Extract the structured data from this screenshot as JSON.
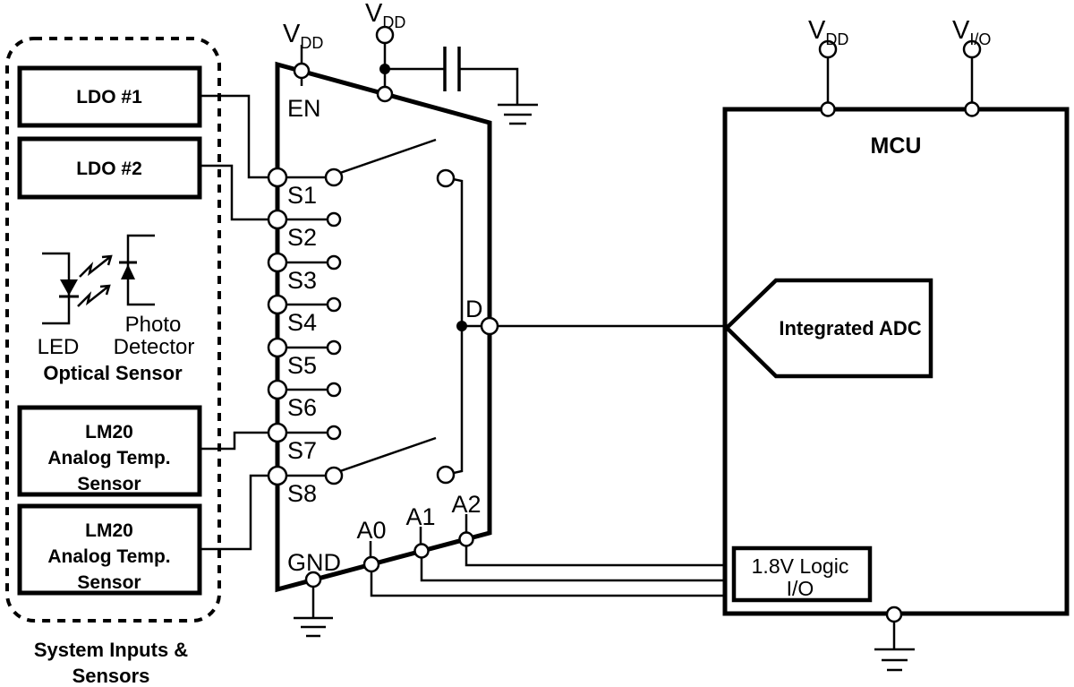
{
  "colors": {
    "ink": "#000000",
    "background": "#ffffff"
  },
  "sensors_panel": {
    "caption_line1": "System Inputs &",
    "caption_line2": "Sensors",
    "ldo1_label": "LDO #1",
    "ldo2_label": "LDO #2",
    "optical_sensor": {
      "led_label": "LED",
      "detector_label_line1": "Photo",
      "detector_label_line2": "Detector",
      "caption": "Optical Sensor"
    },
    "temp_sensor_1": {
      "line1": "LM20",
      "line2": "Analog Temp.",
      "line3": "Sensor"
    },
    "temp_sensor_2": {
      "line1": "LM20",
      "line2": "Analog Temp.",
      "line3": "Sensor"
    }
  },
  "mux": {
    "enable_pin": "EN",
    "source_pins": [
      "S1",
      "S2",
      "S3",
      "S4",
      "S5",
      "S6",
      "S7",
      "S8"
    ],
    "drain_pin": "D",
    "ground_pin": "GND",
    "address_pins": [
      "A0",
      "A1",
      "A2"
    ]
  },
  "supplies": {
    "v": "V",
    "vdd_subscript": "DD",
    "vio_subscript": "I/O"
  },
  "mcu": {
    "title": "MCU",
    "adc_label": "Integrated ADC",
    "logic_io_line1": "1.8V Logic",
    "logic_io_line2": "I/O"
  }
}
